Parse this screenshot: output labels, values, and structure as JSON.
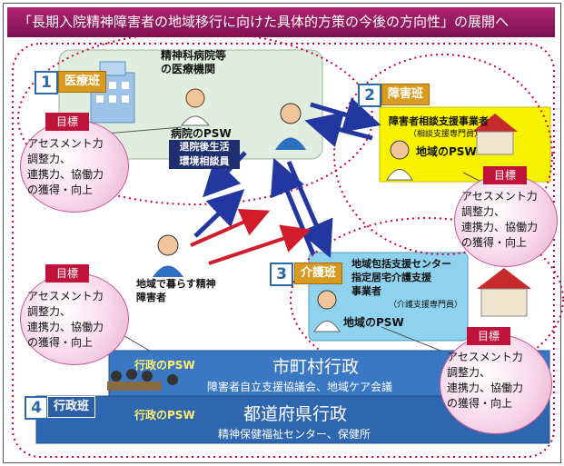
{
  "title": "「長期入院精神障害者の地域移行に向けた具体的方策の今後の方向性」の展開へ",
  "goal_tag": "目標",
  "goal_lines": [
    "アセスメント力",
    "調整力、",
    "連携力、協働力",
    "の獲得・向上"
  ],
  "teams": {
    "medical": {
      "number": "1",
      "label": "医療班"
    },
    "disability": {
      "number": "2",
      "label": "障害班"
    },
    "care": {
      "number": "3",
      "label": "介護班"
    },
    "admin": {
      "number": "4",
      "label": "行政班"
    }
  },
  "medical_area": {
    "facility": [
      "精神科病院等",
      "の医療機関"
    ],
    "hospital_psw": "病院のPSW",
    "service_lines": [
      "退院後生活",
      "環境相談員"
    ]
  },
  "disability_area": {
    "provider": "障害者相談支援事業者",
    "provider_note": "（相談支援専門員）",
    "local_psw": "地域のPSW"
  },
  "care_area": {
    "lines": [
      "地域包括支援センター",
      "指定居宅介護支援",
      "事業者"
    ],
    "note": "（介護支援専門員）",
    "local_psw": "地域のPSW"
  },
  "person_label": [
    "地域で暮らす精神",
    "障害者"
  ],
  "municipal": {
    "title": "市町村行政",
    "subtitle": "障害者自立支援協議会、地域ケア会議",
    "psw": "行政のPSW"
  },
  "prefecture": {
    "title": "都道府県行政",
    "subtitle": "精神保健福祉センター、保健所",
    "psw": "行政のPSW"
  },
  "colors": {
    "title_bg": "#9a1a60",
    "dotted_line": "#cc0033",
    "medical_bg": "#dfeede",
    "disability_bg": "#f7f200",
    "care_bg": "#8fd2ee",
    "band_bg": "#3a78c4",
    "arrow_blue": "#2238a0",
    "arrow_red": "#d21c2c"
  }
}
